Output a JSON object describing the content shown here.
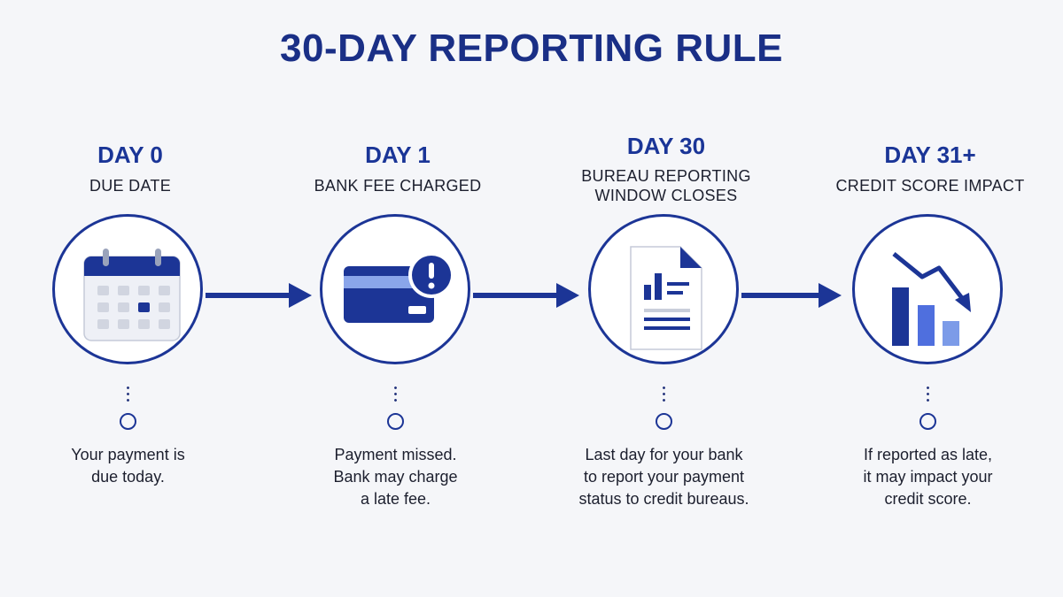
{
  "title": "30-DAY REPORTING RULE",
  "colors": {
    "primary": "#1c3596",
    "light_blue": "#7c9be8",
    "mid_blue": "#4f6fde",
    "grey": "#d6d9e3",
    "text": "#1c1f2e"
  },
  "steps": [
    {
      "day": "DAY 0",
      "label_lines": [
        "DUE DATE"
      ],
      "icon": "calendar-icon",
      "description_lines": [
        "Your payment is",
        "due today."
      ]
    },
    {
      "day": "DAY 1",
      "label_lines": [
        "BANK FEE CHARGED"
      ],
      "icon": "credit-card-alert-icon",
      "description_lines": [
        "Payment missed.",
        "Bank may charge",
        "a late fee."
      ]
    },
    {
      "day": "DAY 30",
      "label_lines": [
        "BUREAU REPORTING",
        "WINDOW CLOSES"
      ],
      "icon": "report-document-icon",
      "description_lines": [
        "Last day for your bank",
        "to report your payment",
        "status to credit bureaus."
      ]
    },
    {
      "day": "DAY 31+",
      "label_lines": [
        "CREDIT SCORE IMPACT"
      ],
      "icon": "declining-chart-icon",
      "description_lines": [
        "If reported as late,",
        "it may impact your",
        "credit score."
      ]
    }
  ]
}
